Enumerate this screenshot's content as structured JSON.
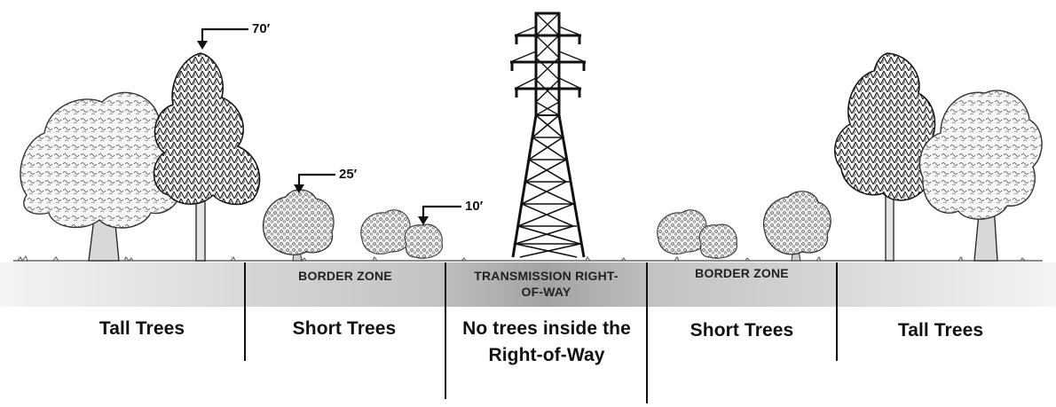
{
  "heights": {
    "tall": "70′",
    "short": "25′",
    "shrub": "10′"
  },
  "zones": {
    "border_left": "BORDER ZONE",
    "transmission": "TRANSMISSION RIGHT-OF-WAY",
    "border_right": "BORDER ZONE"
  },
  "columns": {
    "tall_left": "Tall Trees",
    "short_left": "Short Trees",
    "center": "No trees inside the Right-of-Way",
    "short_right": "Short Trees",
    "tall_right": "Tall Trees"
  },
  "colors": {
    "band_light": "#e6e6e6",
    "band_mid": "#c8c8c8",
    "band_dark": "#a9a9a9",
    "ink": "#111111"
  }
}
